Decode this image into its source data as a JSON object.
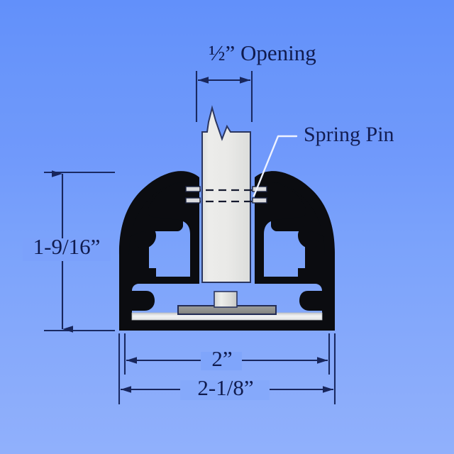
{
  "diagram": {
    "title": "Aluminum extrusion cross-section with spring pin",
    "background_top_color": "#6290fa",
    "background_bottom_color": "#90b0fc",
    "profile_color": "#0b0c10",
    "post_color": "#e8e8e6",
    "leader_color": "#eef2ff",
    "dimension_color": "#18265c"
  },
  "dimensions": {
    "opening": {
      "label": "½” Opening",
      "value": "1/2",
      "unit": "inch",
      "orientation": "horizontal",
      "location": "top"
    },
    "height": {
      "label": "1-9/16”",
      "value": "1-9/16",
      "unit": "inch",
      "orientation": "vertical",
      "location": "left"
    },
    "inner_width": {
      "label": "2”",
      "value": "2",
      "unit": "inch",
      "orientation": "horizontal",
      "location": "bottom-inner"
    },
    "outer_width": {
      "label": "2-1/8”",
      "value": "2-1/8",
      "unit": "inch",
      "orientation": "horizontal",
      "location": "bottom-outer"
    }
  },
  "callouts": {
    "spring_pin": {
      "label": "Spring Pin",
      "leader_style": "white-elbow-line",
      "points_to": "pin-through-post"
    }
  },
  "parts": [
    {
      "name": "extrusion-profile",
      "description": "Arched aluminum extrusion cross-section"
    },
    {
      "name": "center-post",
      "description": "Vertical insert post with break line at top"
    },
    {
      "name": "spring-pin",
      "description": "Hidden pin shown as dashed lines through post"
    },
    {
      "name": "base-plate",
      "description": "Horizontal plate at bottom of profile"
    },
    {
      "name": "left-hook",
      "description": "Barbed retaining hook, left side"
    },
    {
      "name": "right-hook",
      "description": "Barbed retaining hook, right side"
    }
  ]
}
